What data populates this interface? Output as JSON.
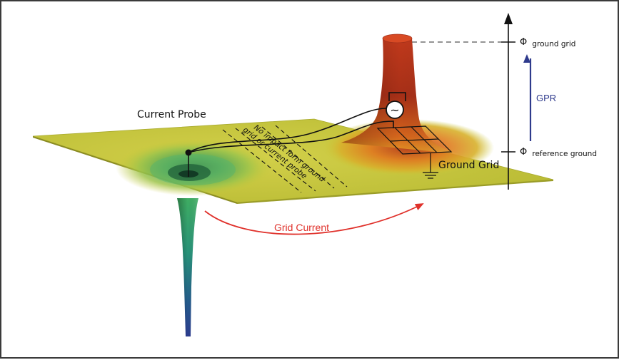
{
  "labels": {
    "current_probe": "Current Probe",
    "ground_grid": "Ground Grid",
    "grid_current": "Grid Current",
    "gpr": "GPR",
    "no_impact_line1": "No impact form ground",
    "no_impact_line2": "grid or current probe",
    "phi_symbol": "Φ",
    "phi_ground_grid_sub": "ground grid",
    "phi_reference_sub": "reference ground",
    "source_symbol": "~"
  },
  "colors": {
    "plane": "#c9c93a",
    "grid_current_arrow": "#e0312b",
    "gpr_arrow": "#2e3a8c",
    "peak_top": "#d2411f",
    "probe_bottom": "#2c3c8f"
  }
}
